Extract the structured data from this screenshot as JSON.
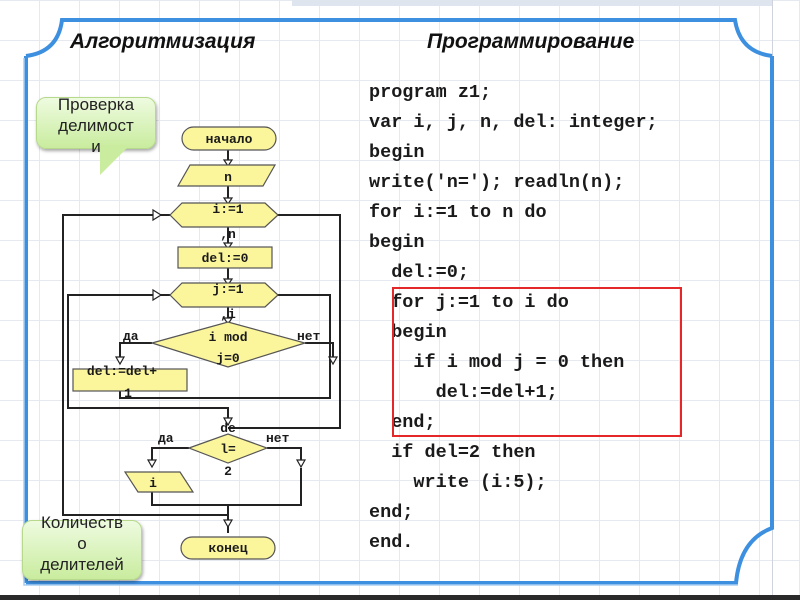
{
  "titles": {
    "left": "Алгоритмизация",
    "right": "Программирование"
  },
  "callouts": {
    "top": {
      "lines": [
        "Проверка",
        "делимост",
        "и"
      ]
    },
    "bottom": {
      "lines": [
        "Количеств",
        "о",
        "делителей"
      ]
    }
  },
  "flowchart": {
    "start": "начало",
    "input": "n",
    "loop_i": [
      "i:=1",
      ",n"
    ],
    "init_del": "del:=0",
    "loop_j": [
      "j:=1",
      ",i"
    ],
    "cond_mod": [
      "i mod",
      "j=0"
    ],
    "cond_mod_yes": "да",
    "cond_mod_no": "нет",
    "increment": [
      "del:=del+",
      "1"
    ],
    "cond_del": [
      "de",
      "l=",
      "2"
    ],
    "cond_del_yes": "да",
    "cond_del_no": "нет",
    "output": "i",
    "end": "конец"
  },
  "code": {
    "lines": [
      "program z1;",
      "var i, j, n, del: integer;",
      "begin",
      "write('n='); readln(n);",
      "for i:=1 to n do",
      "begin",
      "  del:=0;",
      "  for j:=1 to i do",
      "  begin",
      "    if i mod j = 0 then",
      "      del:=del+1;",
      "  end;",
      "  if del=2 then",
      "    write (i:5);",
      "end;",
      "end."
    ],
    "highlight_color": "#e4282a"
  },
  "colors": {
    "frame": "#3d8fe0",
    "shape_fill": "#fbf59c",
    "callout_fill": "#d4efb0"
  }
}
